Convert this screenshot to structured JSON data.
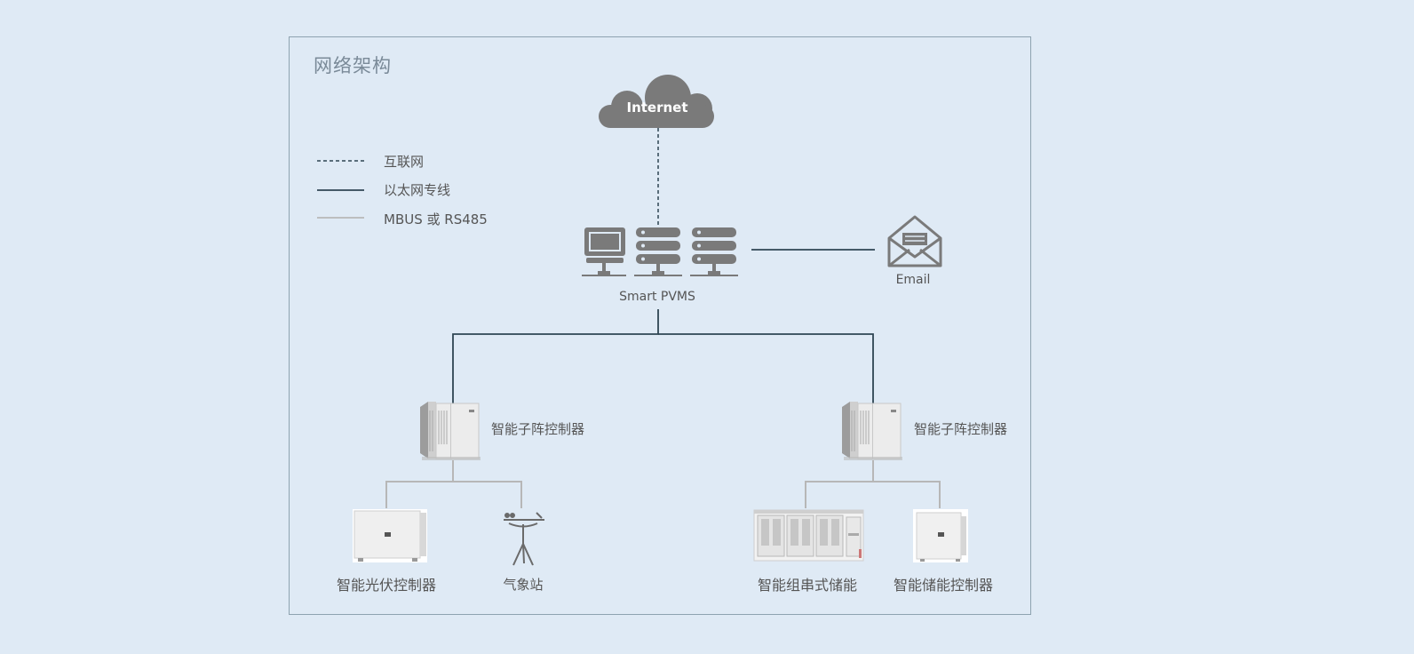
{
  "title": "网络架构",
  "legend": [
    {
      "label": "互联网",
      "style": "dashed",
      "color": "#2f4553"
    },
    {
      "label": "以太网专线",
      "style": "solid",
      "color": "#2f4553"
    },
    {
      "label": "MBUS 或 RS485",
      "style": "solid",
      "color": "#b7b7b7"
    }
  ],
  "nodes": {
    "internet": "Internet",
    "pvms": "Smart PVMS",
    "email": "Email",
    "controller_left": "智能子阵控制器",
    "controller_right": "智能子阵控制器",
    "pv_controller": "智能光伏控制器",
    "weather": "气象站",
    "string_storage": "智能组串式储能",
    "storage_controller": "智能储能控制器"
  },
  "colors": {
    "background": "#dfeaf5",
    "frame": "#8ea3b0",
    "dark_line": "#2f4553",
    "light_line": "#b7b7b7",
    "icon_gray": "#7a7a7a"
  }
}
